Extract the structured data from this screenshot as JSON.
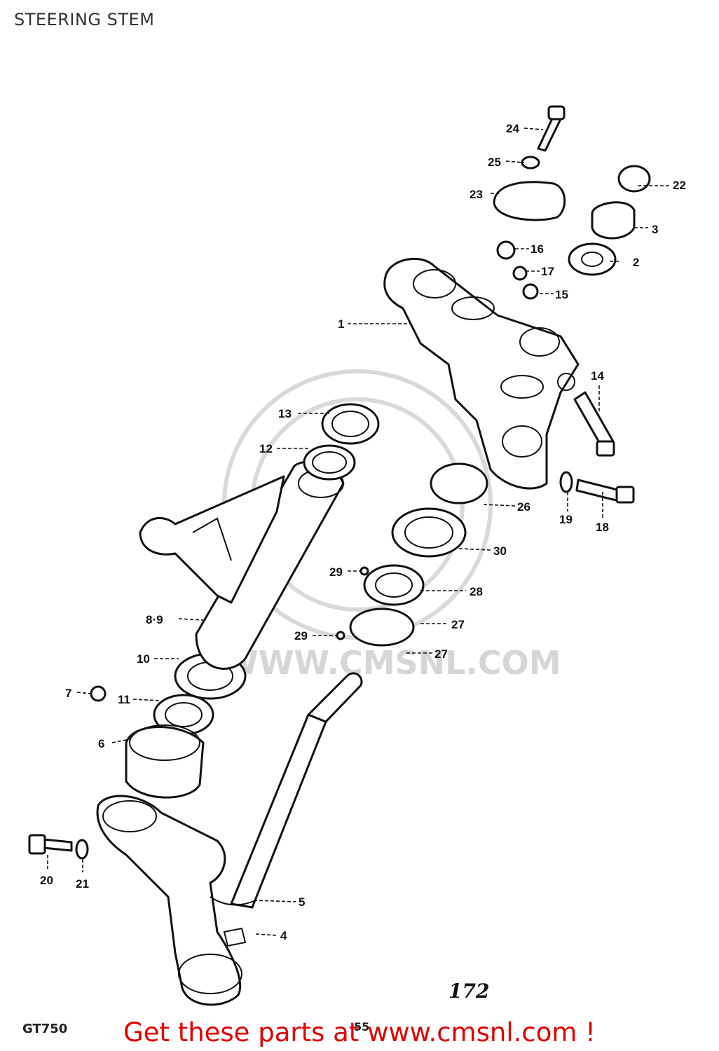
{
  "page": {
    "title": "STEERING STEM"
  },
  "watermark": {
    "text": "WWW.CMSNL.COM"
  },
  "callouts": [
    {
      "id": "c1",
      "label": "1"
    },
    {
      "id": "c2",
      "label": "2"
    },
    {
      "id": "c3",
      "label": "3"
    },
    {
      "id": "c4",
      "label": "4"
    },
    {
      "id": "c5",
      "label": "5"
    },
    {
      "id": "c6",
      "label": "6"
    },
    {
      "id": "c7",
      "label": "7"
    },
    {
      "id": "c89",
      "label": "8·9"
    },
    {
      "id": "c10",
      "label": "10"
    },
    {
      "id": "c11",
      "label": "11"
    },
    {
      "id": "c12",
      "label": "12"
    },
    {
      "id": "c13",
      "label": "13"
    },
    {
      "id": "c14",
      "label": "14"
    },
    {
      "id": "c15",
      "label": "15"
    },
    {
      "id": "c16",
      "label": "16"
    },
    {
      "id": "c17",
      "label": "17"
    },
    {
      "id": "c18",
      "label": "18"
    },
    {
      "id": "c19",
      "label": "19"
    },
    {
      "id": "c20",
      "label": "20"
    },
    {
      "id": "c21",
      "label": "21"
    },
    {
      "id": "c22",
      "label": "22"
    },
    {
      "id": "c23",
      "label": "23"
    },
    {
      "id": "c24",
      "label": "24"
    },
    {
      "id": "c25",
      "label": "25"
    },
    {
      "id": "c26",
      "label": "26"
    },
    {
      "id": "c27a",
      "label": "27"
    },
    {
      "id": "c27b",
      "label": "27"
    },
    {
      "id": "c28",
      "label": "28"
    },
    {
      "id": "c29a",
      "label": "29"
    },
    {
      "id": "c29b",
      "label": "29"
    },
    {
      "id": "c30",
      "label": "30"
    }
  ],
  "footer": {
    "model_code": "GT750",
    "page_code": "55",
    "figure_number": "172",
    "promo_text": "Get these parts at www.cmsnl.com !"
  },
  "colors": {
    "promo": "#e00000",
    "ink": "#111111",
    "watermark": "#d9d9d9"
  }
}
